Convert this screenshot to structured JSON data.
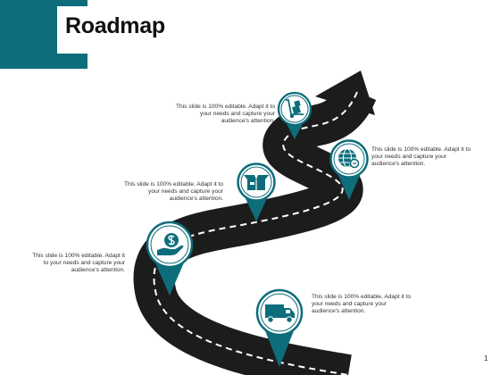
{
  "slide": {
    "title": "Roadmap",
    "page_number": "1",
    "colors": {
      "accent": "#0e6d7b",
      "road": "#1c1c1c",
      "lane": "#ffffff"
    },
    "milestones": [
      {
        "icon": "delivery-truck-icon",
        "text": "This slide is 100% editable. Adapt it to your needs and capture your audience's attention."
      },
      {
        "icon": "money-hand-icon",
        "text": "This slide is 100% editable. Adapt it to your needs and capture your audience's attention."
      },
      {
        "icon": "open-box-icon",
        "text": "This slide is 100% editable. Adapt it to your needs and capture your audience's attention."
      },
      {
        "icon": "globe-icon",
        "text": "This slide is 100% editable. Adapt it to your needs and capture your audience's attention."
      },
      {
        "icon": "hand-truck-icon",
        "text": "This slide is 100% editable. Adapt it to your needs and capture your audience's attention."
      }
    ]
  }
}
